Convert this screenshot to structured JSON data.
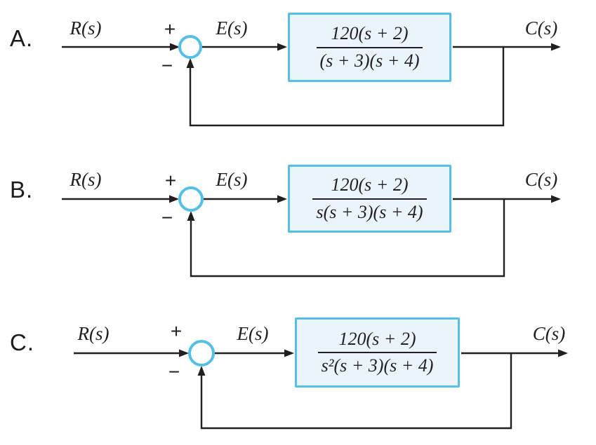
{
  "colors": {
    "accent": "#54c0e8",
    "block_fill": "#e9f4fb",
    "line": "#231f20"
  },
  "diagrams": [
    {
      "label": "A.",
      "input_signal": "R(s)",
      "plus_sign": "+",
      "minus_sign": "−",
      "error_signal": "E(s)",
      "transfer_function": {
        "numerator": "120(s + 2)",
        "denominator": "(s + 3)(s + 4)"
      },
      "output_signal": "C(s)"
    },
    {
      "label": "B.",
      "input_signal": "R(s)",
      "plus_sign": "+",
      "minus_sign": "−",
      "error_signal": "E(s)",
      "transfer_function": {
        "numerator": "120(s + 2)",
        "denominator": "s(s + 3)(s + 4)"
      },
      "output_signal": "C(s)"
    },
    {
      "label": "C.",
      "input_signal": "R(s)",
      "plus_sign": "+",
      "minus_sign": "−",
      "error_signal": "E(s)",
      "transfer_function": {
        "numerator": "120(s + 2)",
        "denominator": "s²(s + 3)(s + 4)"
      },
      "output_signal": "C(s)"
    }
  ]
}
